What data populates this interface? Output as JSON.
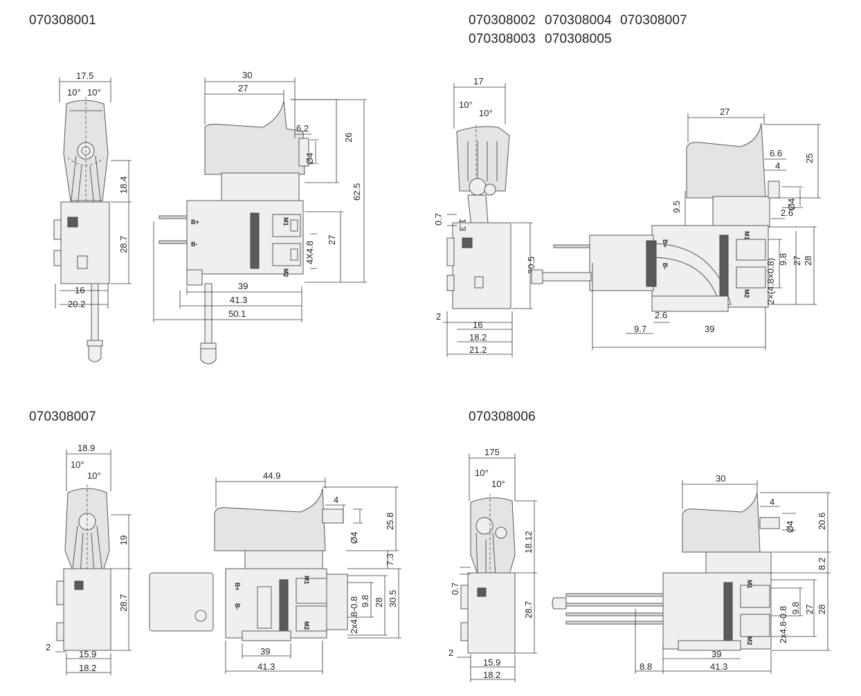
{
  "panels": [
    {
      "id": "p1",
      "part_numbers": [
        "070308001"
      ],
      "side_view_dims": [
        "17.5",
        "10°",
        "10°",
        "18.4",
        "28.7",
        "16",
        "20.2"
      ],
      "front_view_dims": [
        "30",
        "27",
        "6.2",
        "26",
        "62.5",
        "Ø4",
        "27",
        "4X4.8",
        "39",
        "41.3",
        "50.1"
      ],
      "terminal_labels": [
        "B+",
        "B-",
        "M1",
        "M2"
      ]
    },
    {
      "id": "p2",
      "part_numbers": [
        "070308002",
        "070308004",
        "070308007",
        "070308003",
        "070308005"
      ],
      "side_view_dims": [
        "17",
        "10°",
        "10°",
        "1.3",
        "0.7",
        "30.5",
        "2",
        "16",
        "18.2",
        "21.2"
      ],
      "front_view_dims": [
        "27",
        "6.6",
        "4",
        "25",
        "9.5",
        "Ø4",
        "2.6",
        "9.8",
        "27",
        "28",
        "2×(4.8×0.8)",
        "2.6",
        "9.7",
        "39"
      ],
      "terminal_labels": [
        "B+",
        "B-",
        "M1",
        "M2"
      ]
    },
    {
      "id": "p3",
      "part_numbers": [
        "070308007"
      ],
      "side_view_dims": [
        "18.9",
        "10°",
        "10°",
        "19",
        "28.7",
        "2",
        "15.9",
        "18.2"
      ],
      "front_view_dims": [
        "44.9",
        "4",
        "25.8",
        "Ø4",
        "7.3",
        "2x4.8-0.8",
        "9.8",
        "28",
        "30.5",
        "39",
        "41.3"
      ],
      "terminal_labels": [
        "B+",
        "B-",
        "M1",
        "M2"
      ]
    },
    {
      "id": "p4",
      "part_numbers": [
        "070308006"
      ],
      "side_view_dims": [
        "175",
        "10°",
        "10°",
        "18.12",
        "0.7",
        "28.7",
        "2",
        "15.9",
        "18.2"
      ],
      "front_view_dims": [
        "30",
        "4",
        "Ø4",
        "20.6",
        "8.2",
        "9.8",
        "27",
        "28",
        "2x4.8-0.8",
        "39",
        "41.3",
        "8.8"
      ],
      "terminal_labels": [
        "M1",
        "M2"
      ]
    }
  ]
}
